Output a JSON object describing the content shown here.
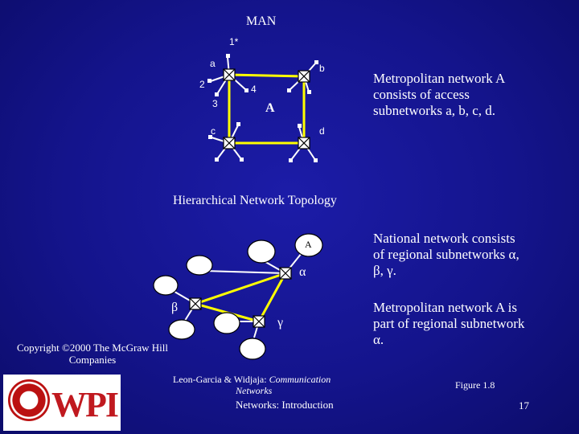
{
  "title": "MAN",
  "metro_labels": {
    "one_star": "1*",
    "a": "a",
    "b": "b",
    "two": "2",
    "three": "3",
    "four": "4",
    "A": "A",
    "c": "c",
    "d": "d"
  },
  "metro_text": "Metropolitan network A consists of access subnetworks a, b, c, d.",
  "section_title": "Hierarchical Network Topology",
  "regional_labels": {
    "A": "A",
    "alpha": "α",
    "beta": "β",
    "gamma": "γ"
  },
  "national_text": "National network consists of regional subnetworks α, β, γ.",
  "part_text": "Metropolitan network A is part of regional subnetwork α.",
  "copyright": "Copyright ©2000 The McGraw Hill Companies",
  "citation_authors": "Leon-Garcia & Widjaja: Communication Networks",
  "citation_title_prefix": "Leon-Garcia & Widjaja: ",
  "citation_title_italic": "Communication",
  "citation_title_line2": "Networks",
  "course_title": "Networks: Introduction",
  "figure_label": "Figure 1.8",
  "page_number": "17",
  "logo_text": "WPI",
  "colors": {
    "background": "#14148c",
    "links": "#ffff00",
    "nodes": "#ffffff"
  }
}
